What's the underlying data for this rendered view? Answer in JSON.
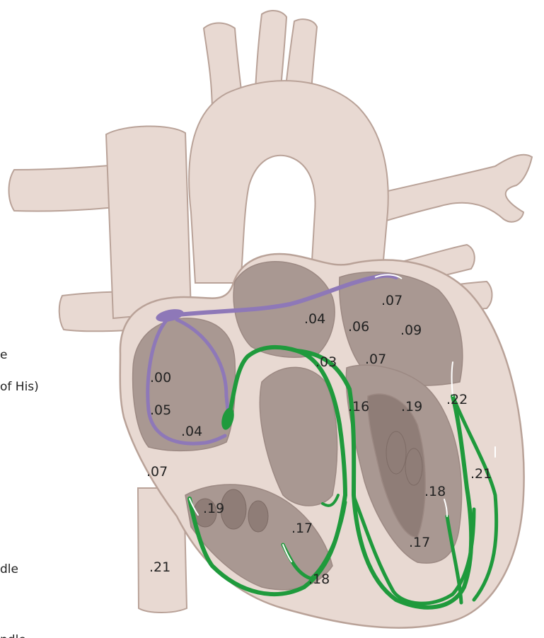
{
  "left_labels": [
    "e",
    "of His)",
    "dle",
    "ndle"
  ],
  "timing_labels": [
    ".07",
    ".04",
    ".06",
    ".09",
    ".03",
    ".07",
    ".00",
    ".05",
    ".04",
    ".16",
    ".19",
    ".22",
    ".07",
    ".21",
    ".18",
    ".19",
    ".17",
    ".17",
    ".18",
    ".21"
  ],
  "colors": {
    "tissue": "#e8d9d2",
    "tissue_outline": "#b9a298",
    "chamber": "#a99892",
    "chamber_dark": "#8f7d77",
    "conduction_purple": "#8e78b8",
    "conduction_green": "#1f9a3c"
  }
}
